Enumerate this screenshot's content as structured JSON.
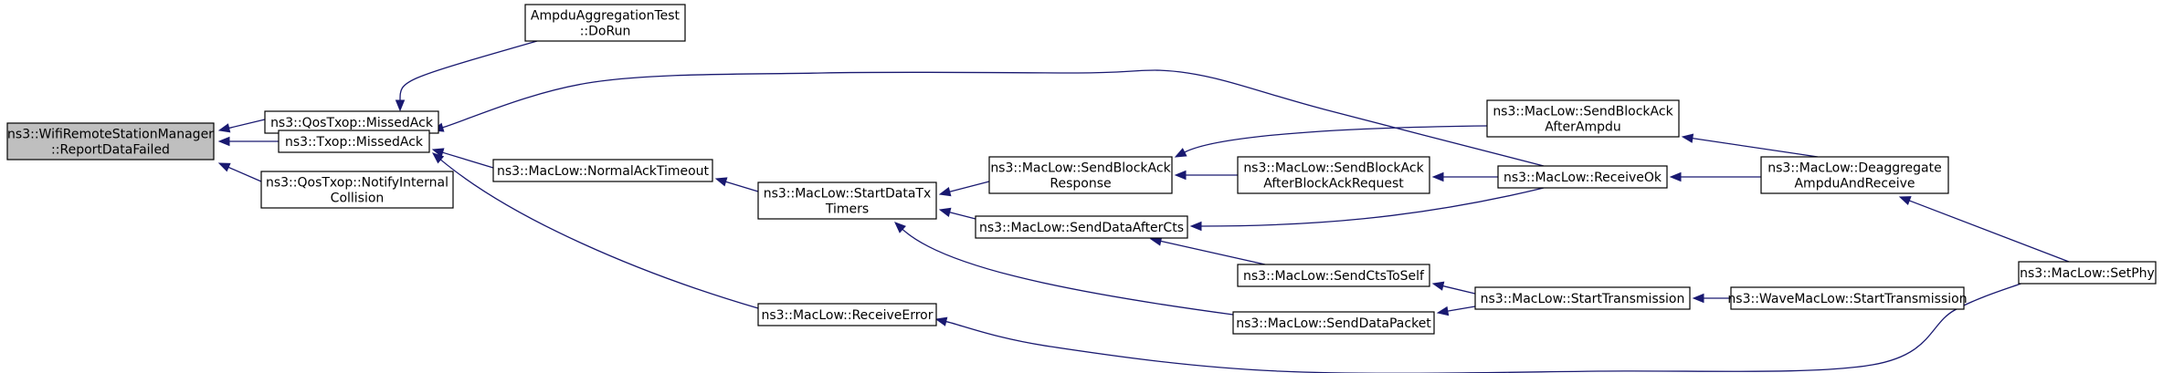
{
  "graph": {
    "nodes": [
      {
        "id": "root",
        "lines": [
          "ns3::WifiRemoteStationManager",
          "::ReportDataFailed"
        ],
        "highlight": true
      },
      {
        "id": "qos_missed",
        "lines": [
          "ns3::QosTxop::MissedAck"
        ]
      },
      {
        "id": "ampdu_test",
        "lines": [
          "AmpduAggregationTest",
          "::DoRun"
        ]
      },
      {
        "id": "txop_missed",
        "lines": [
          "ns3::Txop::MissedAck"
        ]
      },
      {
        "id": "qos_notify",
        "lines": [
          "ns3::QosTxop::NotifyInternal",
          "Collision"
        ]
      },
      {
        "id": "normal_ack",
        "lines": [
          "ns3::MacLow::NormalAckTimeout"
        ]
      },
      {
        "id": "receive_error",
        "lines": [
          "ns3::MacLow::ReceiveError"
        ]
      },
      {
        "id": "start_data_tx",
        "lines": [
          "ns3::MacLow::StartDataTx",
          "Timers"
        ]
      },
      {
        "id": "send_ba_resp",
        "lines": [
          "ns3::MacLow::SendBlockAck",
          "Response"
        ]
      },
      {
        "id": "send_data_after_cts",
        "lines": [
          "ns3::MacLow::SendDataAfterCts"
        ]
      },
      {
        "id": "send_ba_after_ampdu",
        "lines": [
          "ns3::MacLow::SendBlockAck",
          "AfterAmpdu"
        ]
      },
      {
        "id": "send_ba_after_bar",
        "lines": [
          "ns3::MacLow::SendBlockAck",
          "AfterBlockAckRequest"
        ]
      },
      {
        "id": "send_cts_to_self",
        "lines": [
          "ns3::MacLow::SendCtsToSelf"
        ]
      },
      {
        "id": "send_data_packet",
        "lines": [
          "ns3::MacLow::SendDataPacket"
        ]
      },
      {
        "id": "receive_ok",
        "lines": [
          "ns3::MacLow::ReceiveOk"
        ]
      },
      {
        "id": "start_transmission",
        "lines": [
          "ns3::MacLow::StartTransmission"
        ]
      },
      {
        "id": "deaggregate",
        "lines": [
          "ns3::MacLow::Deaggregate",
          "AmpduAndReceive"
        ]
      },
      {
        "id": "wave_start_tx",
        "lines": [
          "ns3::WaveMacLow::StartTransmission"
        ]
      },
      {
        "id": "set_phy",
        "lines": [
          "ns3::MacLow::SetPhy"
        ]
      }
    ],
    "edges": [
      {
        "from": "qos_missed",
        "to": "root"
      },
      {
        "from": "txop_missed",
        "to": "root"
      },
      {
        "from": "qos_notify",
        "to": "root"
      },
      {
        "from": "ampdu_test",
        "to": "qos_missed"
      },
      {
        "from": "normal_ack",
        "to": "txop_missed"
      },
      {
        "from": "receive_error",
        "to": "txop_missed"
      },
      {
        "from": "receive_ok",
        "to": "txop_missed"
      },
      {
        "from": "start_data_tx",
        "to": "normal_ack"
      },
      {
        "from": "set_phy",
        "to": "receive_error"
      },
      {
        "from": "send_ba_resp",
        "to": "start_data_tx"
      },
      {
        "from": "send_data_after_cts",
        "to": "start_data_tx"
      },
      {
        "from": "send_data_packet",
        "to": "start_data_tx"
      },
      {
        "from": "send_ba_after_ampdu",
        "to": "send_ba_resp"
      },
      {
        "from": "send_ba_after_bar",
        "to": "send_ba_resp"
      },
      {
        "from": "receive_ok",
        "to": "send_data_after_cts"
      },
      {
        "from": "send_cts_to_self",
        "to": "send_data_after_cts"
      },
      {
        "from": "receive_ok",
        "to": "send_ba_after_bar"
      },
      {
        "from": "start_transmission",
        "to": "send_cts_to_self"
      },
      {
        "from": "start_transmission",
        "to": "send_data_packet"
      },
      {
        "from": "deaggregate",
        "to": "send_ba_after_ampdu"
      },
      {
        "from": "deaggregate",
        "to": "receive_ok"
      },
      {
        "from": "wave_start_tx",
        "to": "start_transmission"
      },
      {
        "from": "set_phy",
        "to": "deaggregate"
      }
    ]
  }
}
